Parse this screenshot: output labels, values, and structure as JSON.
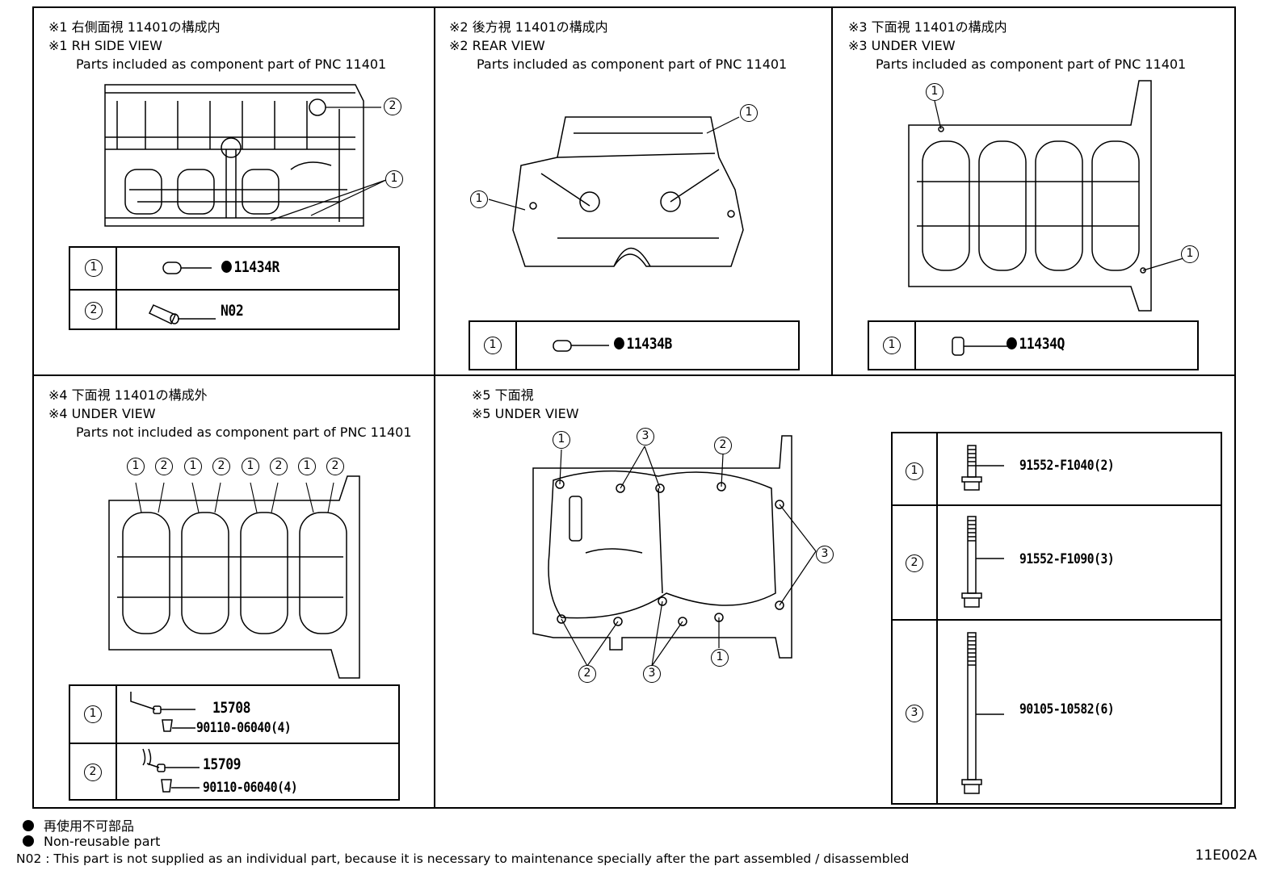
{
  "panels": {
    "p1": {
      "title_jp": "※1 右側面視 11401の構成内",
      "title_en": "※1 RH SIDE VIEW",
      "note": "Parts included as component part of PNC 11401"
    },
    "p2": {
      "title_jp": "※2 後方視 11401の構成内",
      "title_en": "※2 REAR VIEW",
      "note": "Parts included as component part of PNC 11401"
    },
    "p3": {
      "title_jp": "※3 下面視 11401の構成内",
      "title_en": "※3 UNDER VIEW",
      "note": "Parts included as component part of PNC 11401"
    },
    "p4": {
      "title_jp": "※4 下面視 11401の構成外",
      "title_en": "※4 UNDER VIEW",
      "note": "Parts not included as component part of PNC 11401"
    },
    "p5": {
      "title_jp": "※5 下面視",
      "title_en": "※5 UNDER VIEW"
    }
  },
  "tables": {
    "p1": [
      {
        "num": "1",
        "part": "11434R"
      },
      {
        "num": "2",
        "part": "N02"
      }
    ],
    "p2": [
      {
        "num": "1",
        "part": "11434B"
      }
    ],
    "p3": [
      {
        "num": "1",
        "part": "11434Q"
      }
    ],
    "p4": [
      {
        "num": "1",
        "part": "15708",
        "bolt": "90110-06040(4)"
      },
      {
        "num": "2",
        "part": "15709",
        "bolt": "90110-06040(4)"
      }
    ],
    "p5": [
      {
        "num": "1",
        "part": "91552-F1040(2)"
      },
      {
        "num": "2",
        "part": "91552-F1090(3)"
      },
      {
        "num": "3",
        "part": "90105-10582(6)"
      }
    ]
  },
  "callouts": {
    "c1": "1",
    "c2": "2",
    "c3": "3"
  },
  "legend": {
    "jp": "再使用不可部品",
    "en": "Non-reusable part",
    "n02_note": "N02 : This part is not supplied as an individual part, because it is necessary to maintenance specially after the part assembled / disassembled"
  },
  "figure_code": "11E002A"
}
